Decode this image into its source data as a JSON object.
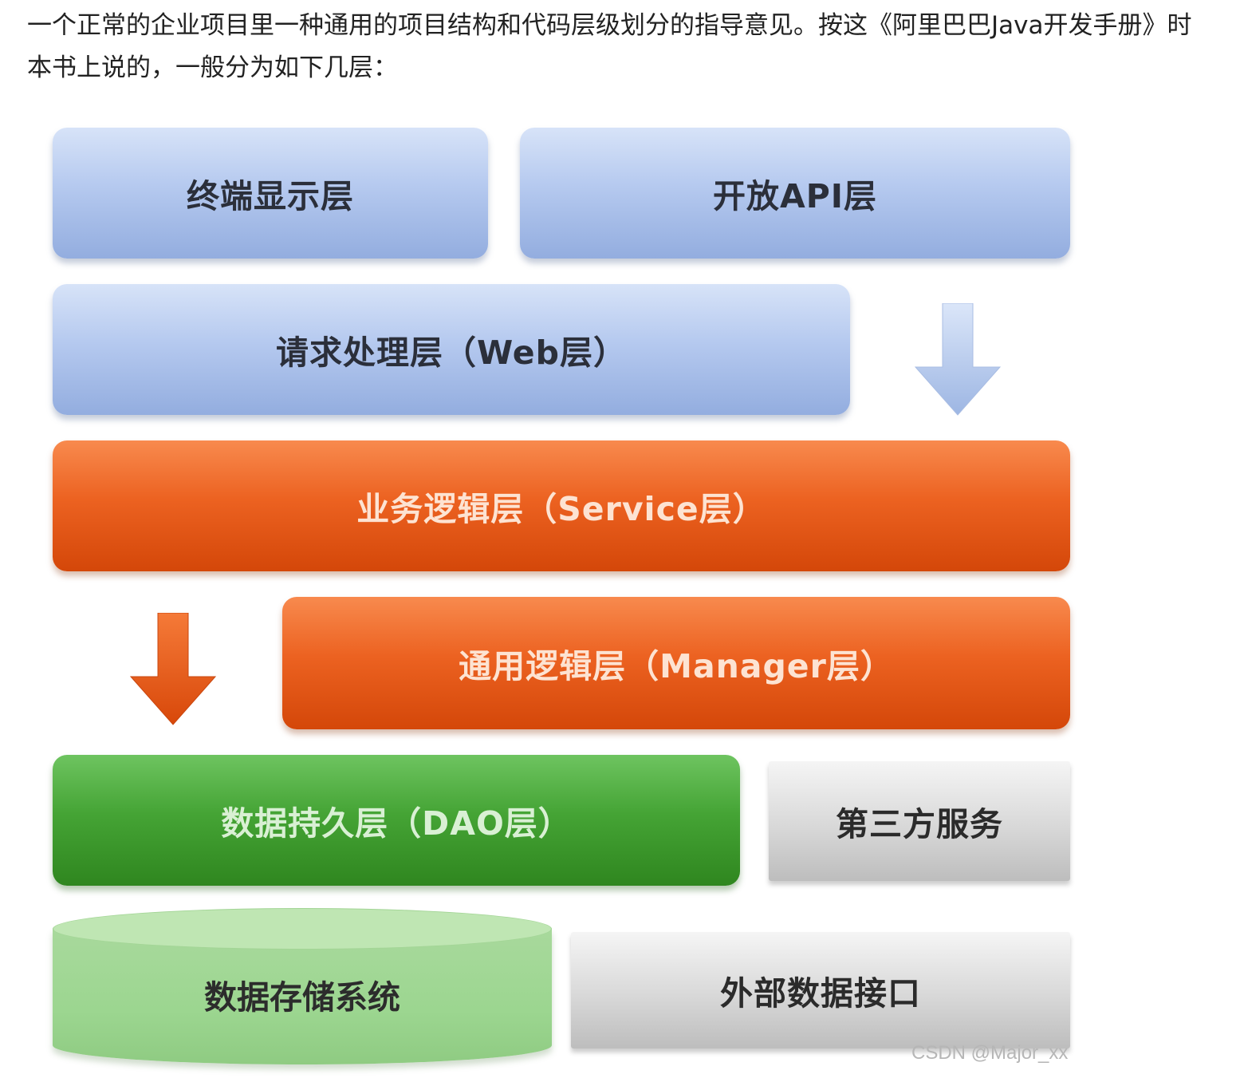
{
  "intro": {
    "text": "一个正常的企业项目里一种通用的项目结构和代码层级划分的指导意见。按这《阿里巴巴Java开发手册》时本书上说的，一般分为如下几层："
  },
  "diagram": {
    "layers": {
      "terminal": "终端显示层",
      "open_api": "开放API层",
      "web": "请求处理层（Web层）",
      "service": "业务逻辑层（Service层）",
      "manager": "通用逻辑层（Manager层）",
      "dao": "数据持久层（DAO层）",
      "third_party": "第三方服务",
      "storage": "数据存储系统",
      "external": "外部数据接口"
    },
    "colors": {
      "blue": "#b5c9ef",
      "orange": "#ec6221",
      "green": "#45a435",
      "light_green": "#9cd690",
      "gray": "#d8d8d8"
    }
  },
  "watermark": "CSDN @Major_xx"
}
